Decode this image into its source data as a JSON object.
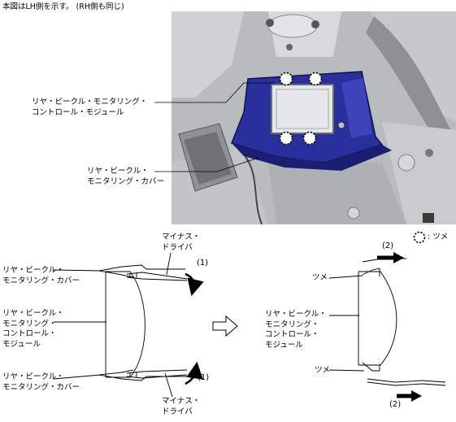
{
  "note": "本図はLH側を示す。 (RH側も同じ)",
  "photo": {
    "module_label": [
      "リヤ・ビークル・モニタリング・",
      "コントロール・モジュール"
    ],
    "cover_label": [
      "リヤ・ビークル・",
      "モニタリング・カバー"
    ],
    "legend": ": ツメ"
  },
  "left_sketch": {
    "driver_top": [
      "マイナス・",
      "ドライバ"
    ],
    "step1_top": "(1)",
    "cover_top": [
      "リヤ・ビークル・",
      "モニタリング・カバー"
    ],
    "module": [
      "リヤ・ビークル・",
      "モニタリング・",
      "コントロール・",
      "モジュール"
    ],
    "cover_bottom": [
      "リヤ・ビークル・",
      "モニタリング・カバー"
    ],
    "step1_bottom": "(1)",
    "driver_bottom": [
      "マイナス・",
      "ドライバ"
    ]
  },
  "right_sketch": {
    "step2_top": "(2)",
    "claw_top": "ツメ",
    "module": [
      "リヤ・ビークル・",
      "モニタリング・",
      "コントロール・",
      "モジュール"
    ],
    "claw_bottom": "ツメ",
    "step2_bottom": "(2)"
  },
  "colors": {
    "cover_blue": "#2a2f9e",
    "photo_grey": "#b9bcbf",
    "line": "#000000"
  }
}
